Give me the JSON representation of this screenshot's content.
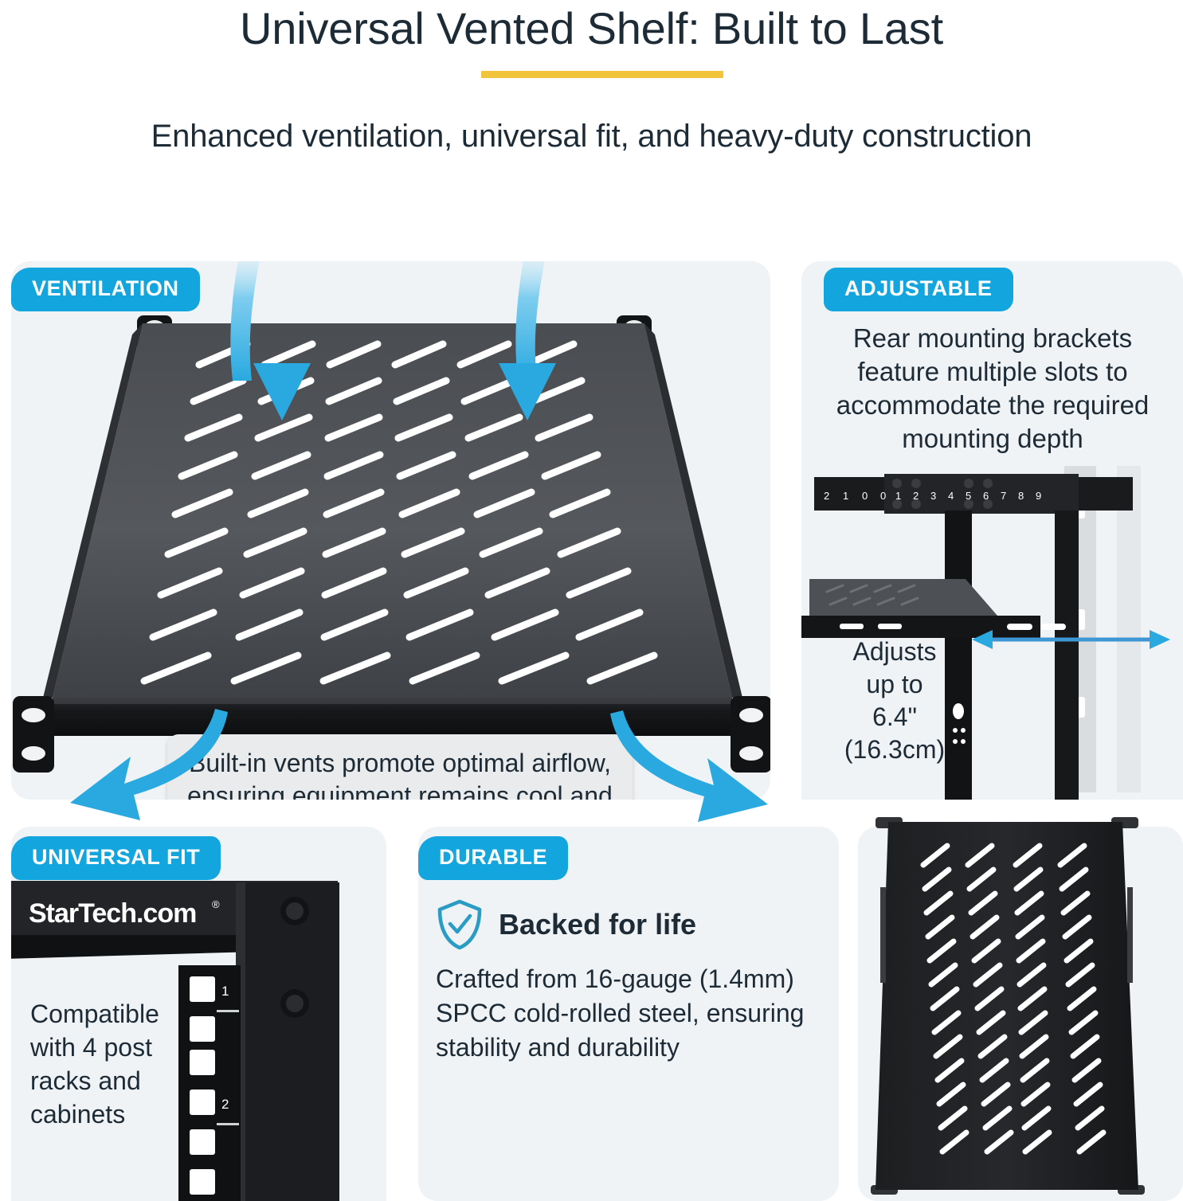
{
  "header": {
    "title": "Universal Vented Shelf: Built to Last",
    "subtitle": "Enhanced ventilation, universal fit, and heavy-duty construction",
    "divider_color": "#F2C43C"
  },
  "theme": {
    "badge_blue": "#13A5DD",
    "arrow_blue": "#2AA9E0",
    "panel_bg": "#F0F3F5",
    "text_dark": "#1d2b36",
    "shield_stroke": "#2B9DC4"
  },
  "panels": {
    "ventilation": {
      "badge": "VENTILATION",
      "callout": "Built-in vents promote optimal airflow, ensuring equipment remains cool and operates efficiently",
      "icons": {
        "arrow_down_left": "arrow-down-icon",
        "arrow_down_right": "arrow-down-icon"
      }
    },
    "adjustable": {
      "badge": "ADJUSTABLE",
      "body": "Rear mounting brackets feature multiple slots to accommodate the required mounting depth",
      "measure_line1": "Adjusts",
      "measure_line2": "up to",
      "measure_line3": "6.4\"",
      "measure_line4": "(16.3cm)",
      "rack_markings_left": [
        "2",
        "1",
        "0",
        "0"
      ],
      "rack_markings_right": [
        "1",
        "2",
        "3",
        "4",
        "5",
        "6",
        "7",
        "8",
        "9"
      ]
    },
    "universal_fit": {
      "badge": "UNIVERSAL FIT",
      "brand": "StarTech.com",
      "brand_mark": "®",
      "body": "Compatible with 4 post racks and cabinets",
      "rail_numbers": [
        "1",
        "2"
      ]
    },
    "durable": {
      "badge": "DURABLE",
      "heading": "Backed for life",
      "heading_icon": "shield-check-icon",
      "body": "Crafted from 16-gauge (1.4mm) SPCC cold-rolled steel, ensuring stability and durability"
    }
  }
}
